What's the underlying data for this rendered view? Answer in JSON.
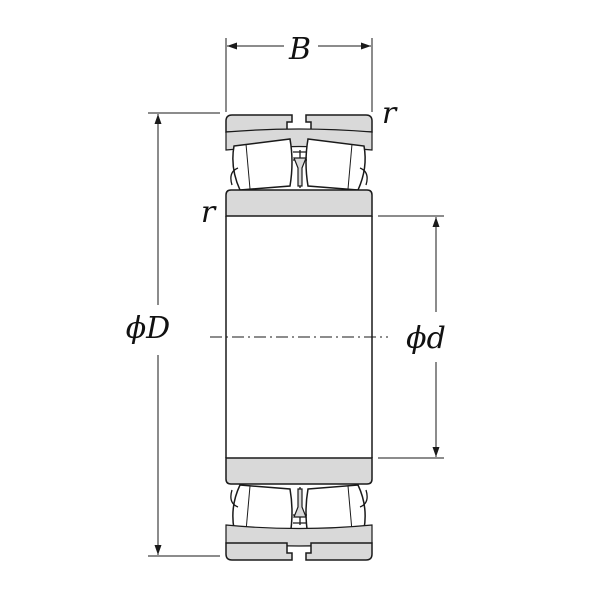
{
  "diagram": {
    "labels": {
      "width": "B",
      "outer_diameter": "ϕD",
      "bore_diameter": "ϕd",
      "chamfer_outer": "r",
      "chamfer_inner": "r"
    },
    "colors": {
      "line": "#1a1a1a",
      "ring_fill": "#d9d9d9",
      "roller_fill": "#ffffff",
      "background": "#ffffff"
    }
  }
}
